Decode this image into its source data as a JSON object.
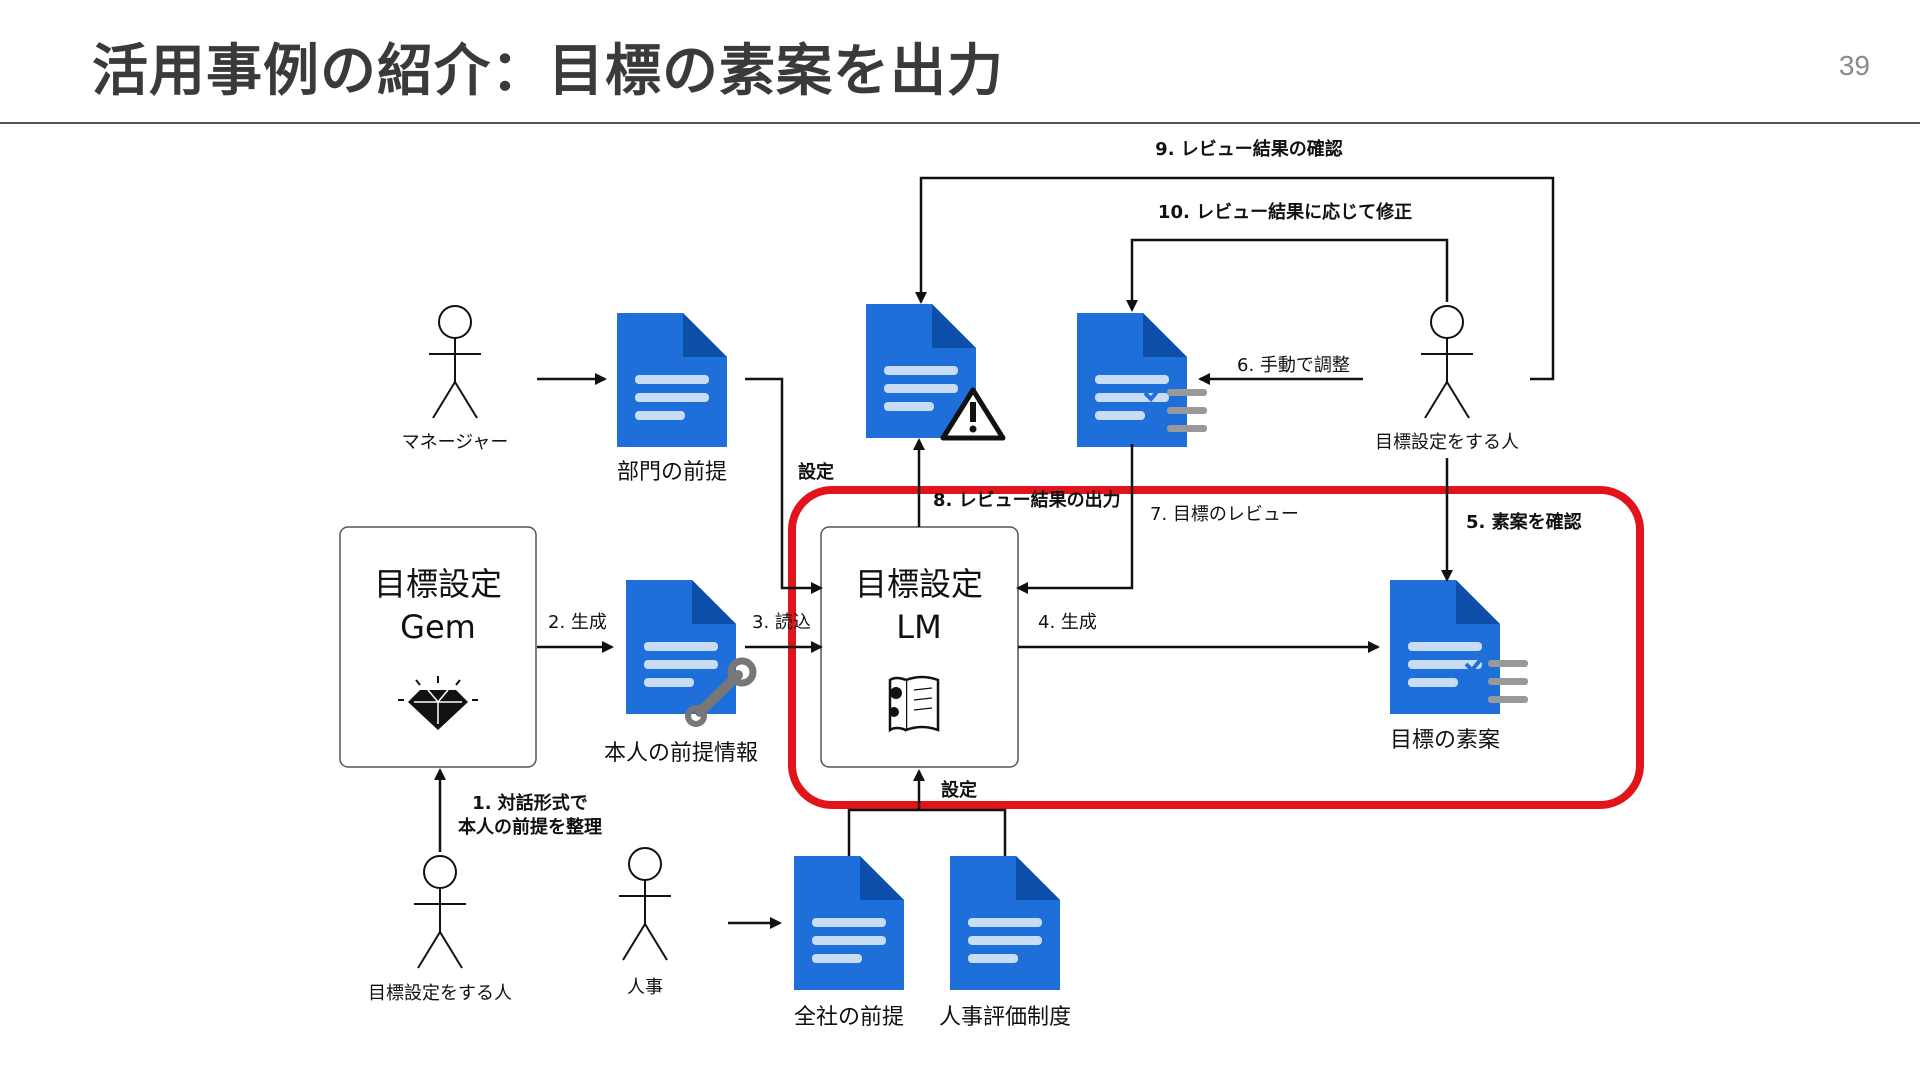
{
  "slide": {
    "title": "活用事例の紹介：目標の素案を出力",
    "page_number": "39"
  },
  "colors": {
    "doc_blue": "#1e6fd9",
    "doc_line": "#c9dcf5",
    "highlight_red": "#e0141a",
    "arrow": "#111111"
  },
  "actors": {
    "manager": "マネージャー",
    "goal_setter_top": "目標設定をする人",
    "goal_setter_bottom": "目標設定をする人",
    "hr": "人事"
  },
  "documents": {
    "dept_premise": "部門の前提",
    "personal_premise": "本人の前提情報",
    "goal_draft": "目標の素案",
    "company_premise": "全社の前提",
    "hr_eval": "人事評価制度"
  },
  "boxes": {
    "gem": {
      "line1": "目標設定",
      "line2": "Gem",
      "icon": "diamond-icon"
    },
    "lm": {
      "line1": "目標設定",
      "line2": "LM",
      "icon": "book-icon"
    }
  },
  "steps": {
    "s1_line1": "1. 対話形式で",
    "s1_line2": "本人の前提を整理",
    "s2": "2. 生成",
    "s3": "3. 読込",
    "s4": "4. 生成",
    "s5": "5. 素案を確認",
    "s6": "6. 手動で調整",
    "s7": "7. 目標のレビュー",
    "s8": "8. レビュー結果の出力",
    "s9": "9. レビュー結果の確認",
    "s10": "10. レビュー結果に応じて修正",
    "setting_top": "設定",
    "setting_bottom": "設定"
  }
}
